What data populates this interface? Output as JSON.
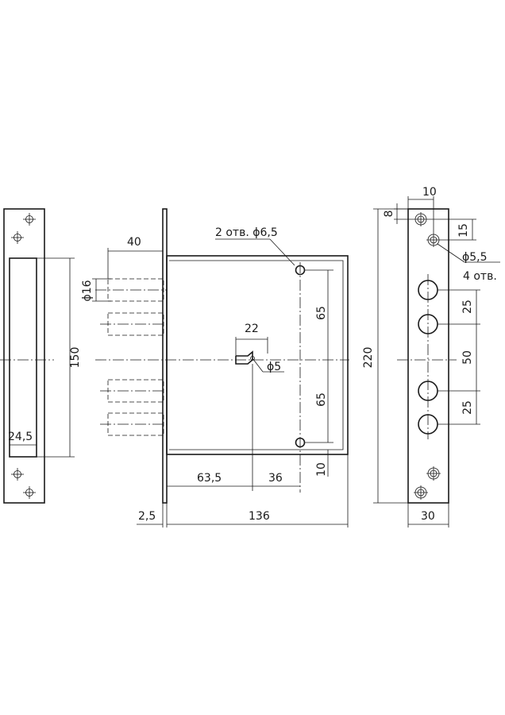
{
  "drawing": {
    "strike_plate": {
      "height_dim": "150",
      "width_dim": "24,5"
    },
    "lock_body": {
      "bolt_projection": "40",
      "bolt_diameter": "ϕ16",
      "mount_holes_note": "2 отв. ϕ6,5",
      "key_slot_width": "22",
      "key_hole_diameter": "ϕ5",
      "upper_spacing": "65",
      "lower_spacing": "65",
      "bottom_offset": "10",
      "backset_left": "63,5",
      "backset_right": "36",
      "faceplate_thickness": "2,5",
      "body_width": "136"
    },
    "faceplate": {
      "width_top": "10",
      "top_offset": "8",
      "hole_offset": "15",
      "hole_diameter": "ϕ5,5",
      "hole_count": "4 отв.",
      "total_height": "220",
      "bolt_spacing_upper": "25",
      "bolt_spacing_middle": "50",
      "bolt_spacing_lower": "25",
      "width_bottom": "30"
    }
  }
}
